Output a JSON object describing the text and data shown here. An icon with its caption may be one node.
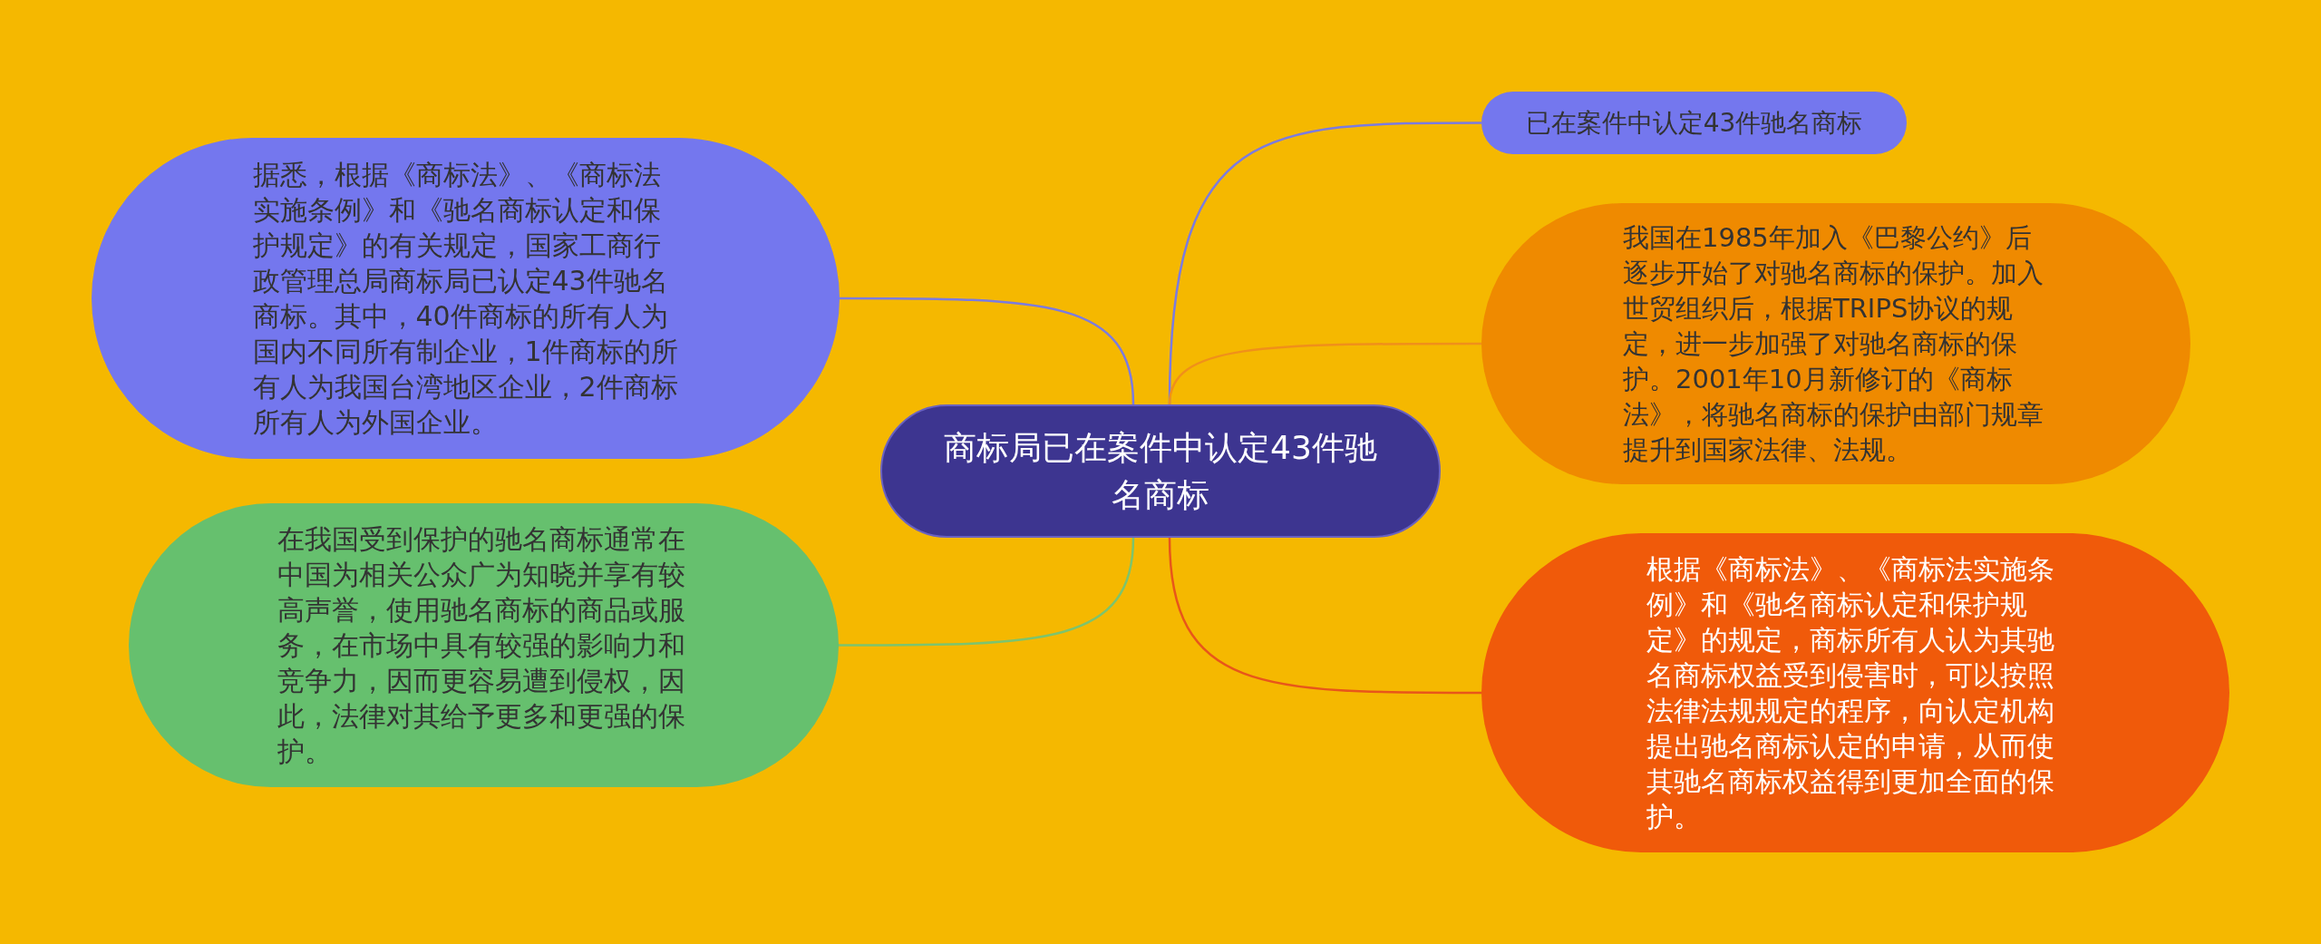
{
  "diagram": {
    "nodes": [
      {
        "text": [
          "商标局已在案件中认定43件驰名商标"
        ]
      },
      {
        "text": [
          "已在案件中认定43件驰名商标"
        ]
      },
      {
        "text": [
          "我国在1985年加入《巴黎公约》后逐步开始了对驰名商标的保护。加入世贸组织后，根据TRIPS协议的规定，进一步加强了对驰名商标的保护。2001年10月新修订的《商标法》，将驰名商标的保护由部门规章提升到国家法律、法规。"
        ]
      },
      {
        "text": [
          "根据《商标法》、《商标法实施条例》和《驰名商标认定和保护规定》的规定，商标所有人认为其驰名商标权益受到侵害时，可以按照法律法规规定的程序，向认定机构提出驰名商标认定的申请，从而使其驰名商标权益得到更加全面的保护。"
        ]
      },
      {
        "text": [
          "据悉，根据《商标法》、《商标法实施条例》和《驰名商标认定和保护规定》的有关规定，国家工商行政管理总局商标局已认定43件驰名商标。其中，40件商标的所有人为国内不同所有制企业，1件商标的所有人为我国台湾地区企业，2件商标所有人为外国企业。"
        ]
      },
      {
        "text": [
          "在我国受到保护的驰名商标通常在中国为相关公众广为知晓并享有较高声誉，使用驰名商标的商品或服务，在市场中具有较强的影响力和竞争力，因而更容易遭到侵权，因此，法律对其给予更多和更强的保护。"
        ]
      }
    ],
    "edges": [
      {
        "from": 0,
        "to": 1,
        "arrow": "none",
        "color": "#7b7be0"
      },
      {
        "from": 0,
        "to": 2,
        "arrow": "none",
        "color": "#f0901a"
      },
      {
        "from": 0,
        "to": 3,
        "arrow": "none",
        "color": "#e8561a"
      },
      {
        "from": 0,
        "to": 4,
        "arrow": "none",
        "color": "#7b7be0"
      },
      {
        "from": 0,
        "to": 5,
        "arrow": "none",
        "color": "#7cc46e"
      }
    ]
  }
}
